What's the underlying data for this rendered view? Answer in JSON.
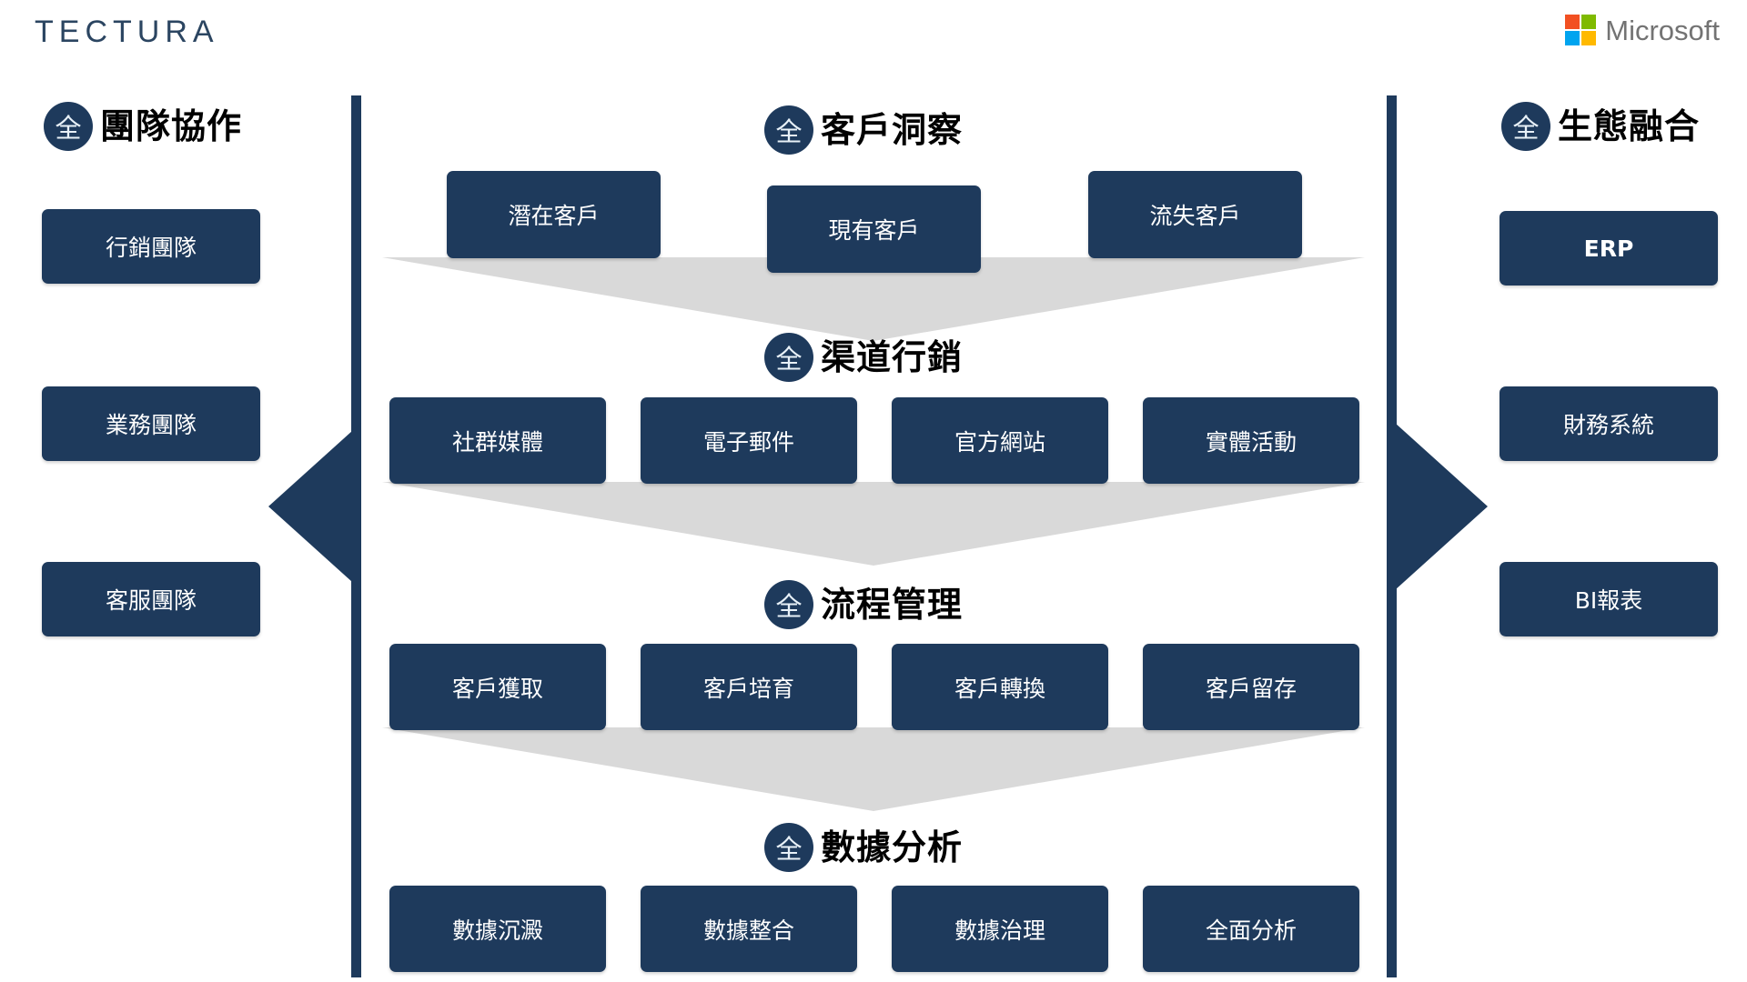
{
  "brand": {
    "logo_text": "TECTURA",
    "partner_logo_text": "Microsoft",
    "partner_colors": [
      "#f25022",
      "#7fba00",
      "#00a4ef",
      "#ffb900"
    ],
    "accent_navy": "#1e3a5c",
    "funnel_gray": "#d9d9d9"
  },
  "badge": {
    "glyph": "全"
  },
  "left_column": {
    "heading": "團隊協作",
    "cards": [
      {
        "label": "行銷團隊"
      },
      {
        "label": "業務團隊"
      },
      {
        "label": "客服團隊"
      }
    ]
  },
  "right_column": {
    "heading": "生態融合",
    "cards": [
      {
        "label": "ERP",
        "bold": true
      },
      {
        "label": "財務系統",
        "bold": false
      },
      {
        "label": "BI報表",
        "bold": false
      }
    ]
  },
  "center_sections": [
    {
      "heading": "客戶洞察",
      "cards": [
        {
          "label": "潛在客戶"
        },
        {
          "label": "現有客戶"
        },
        {
          "label": "流失客戶"
        }
      ]
    },
    {
      "heading": "渠道行銷",
      "cards": [
        {
          "label": "社群媒體"
        },
        {
          "label": "電子郵件"
        },
        {
          "label": "官方網站"
        },
        {
          "label": "實體活動"
        }
      ]
    },
    {
      "heading": "流程管理",
      "cards": [
        {
          "label": "客戶獲取"
        },
        {
          "label": "客戶培育"
        },
        {
          "label": "客戶轉換"
        },
        {
          "label": "客戶留存"
        }
      ]
    },
    {
      "heading": "數據分析",
      "cards": [
        {
          "label": "數據沉澱"
        },
        {
          "label": "數據整合"
        },
        {
          "label": "數據治理"
        },
        {
          "label": "全面分析"
        }
      ]
    }
  ]
}
